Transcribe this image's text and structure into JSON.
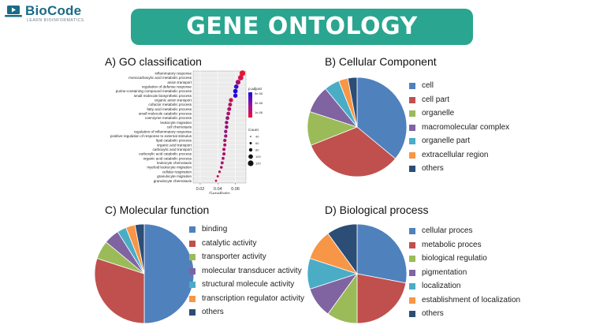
{
  "brand": {
    "name": "BioCode",
    "tagline": "LEARN BIOINFORMATICS",
    "color": "#1a6b85"
  },
  "banner": {
    "title": "GENE ONTOLOGY ANALYSIS",
    "color": "#2aa58f"
  },
  "panels": {
    "a": {
      "title": "A) GO classification"
    },
    "b": {
      "title": "B) Cellular Component"
    },
    "c": {
      "title": "C) Molecular function"
    },
    "d": {
      "title": "D) Biological process"
    }
  },
  "chart_data": [
    {
      "type": "scatter",
      "title": "A) GO classification",
      "xlabel": "GeneRatio",
      "xticks": [
        "0.02",
        "0.04",
        "0.06"
      ],
      "xlim": [
        0.012,
        0.072
      ],
      "categories": [
        "inflammatory response",
        "monocarboxylic acid metabolic process",
        "anion transport",
        "regulation of defense response",
        "purine-containing compound metabolic process",
        "small molecule biosynthetic process",
        "organic anion transport",
        "cofactor metabolic process",
        "fatty acid metabolic process",
        "small molecule catabolic process",
        "coenzyme metabolic process",
        "leukocyte migration",
        "cell chemotaxis",
        "regulation of inflammatory response",
        "positive regulation of response to external stimulus",
        "lipid catabolic process",
        "organic acid transport",
        "carboxylic acid transport",
        "carboxylic acid catabolic process",
        "organic acid catabolic process",
        "leukocyte chemotaxis",
        "myeloid leukocyte migration",
        "cellular respiration",
        "granulocyte migration",
        "granulocyte chemotaxis"
      ],
      "values": [
        0.068,
        0.066,
        0.063,
        0.061,
        0.06,
        0.06,
        0.055,
        0.054,
        0.053,
        0.052,
        0.051,
        0.05,
        0.05,
        0.049,
        0.049,
        0.048,
        0.048,
        0.047,
        0.047,
        0.046,
        0.045,
        0.044,
        0.042,
        0.04,
        0.038
      ],
      "sizes": [
        120,
        110,
        100,
        90,
        90,
        85,
        80,
        75,
        75,
        70,
        70,
        65,
        65,
        60,
        60,
        60,
        55,
        55,
        55,
        50,
        50,
        45,
        40,
        35,
        30
      ],
      "p_adjust": [
        0.0001,
        0.0002,
        0.0004,
        0.0009,
        0.0011,
        0.001,
        0.0003,
        0.0003,
        0.0004,
        0.0004,
        0.0005,
        0.0005,
        0.0005,
        0.0005,
        0.0005,
        0.0004,
        0.0004,
        0.0004,
        0.0004,
        0.0004,
        0.0004,
        0.0004,
        0.0003,
        0.0003,
        0.0003
      ],
      "legend_color": {
        "title": "p.adjust",
        "ticks": [
          "5e-06",
          "3e-06",
          "1e-06"
        ]
      },
      "legend_size": {
        "title": "Count",
        "ticks": [
          "40",
          "60",
          "80",
          "100",
          "120"
        ]
      },
      "grid": true
    },
    {
      "type": "pie",
      "title": "B) Cellular Component",
      "labels": [
        "cell",
        "cell part",
        "organelle",
        "macromolecular complex",
        "organelle part",
        "extracellular region",
        "others"
      ],
      "values": [
        36,
        33,
        11,
        9,
        5,
        3,
        3
      ],
      "colors": [
        "#4f81bd",
        "#c0504d",
        "#9bbb59",
        "#8064a2",
        "#4bacc6",
        "#f79646",
        "#2c4d75"
      ]
    },
    {
      "type": "pie",
      "title": "C) Molecular function",
      "labels": [
        "binding",
        "catalytic activity",
        "transporter activity",
        "molecular transducer activity",
        "structural molecule activity",
        "transcription regulator activity",
        "others"
      ],
      "values": [
        50,
        30,
        6,
        5,
        3,
        3,
        3
      ],
      "colors": [
        "#4f81bd",
        "#c0504d",
        "#9bbb59",
        "#8064a2",
        "#4bacc6",
        "#f79646",
        "#2c4d75"
      ]
    },
    {
      "type": "pie",
      "title": "D) Biological process",
      "labels": [
        "cellular proces",
        "metabolic proces",
        "biological regulatio",
        "pigmentation",
        "localization",
        "establishment of localization",
        "others"
      ],
      "values": [
        28,
        22,
        10,
        10,
        10,
        10,
        10
      ],
      "colors": [
        "#4f81bd",
        "#c0504d",
        "#9bbb59",
        "#8064a2",
        "#4bacc6",
        "#f79646",
        "#2c4d75"
      ]
    }
  ]
}
